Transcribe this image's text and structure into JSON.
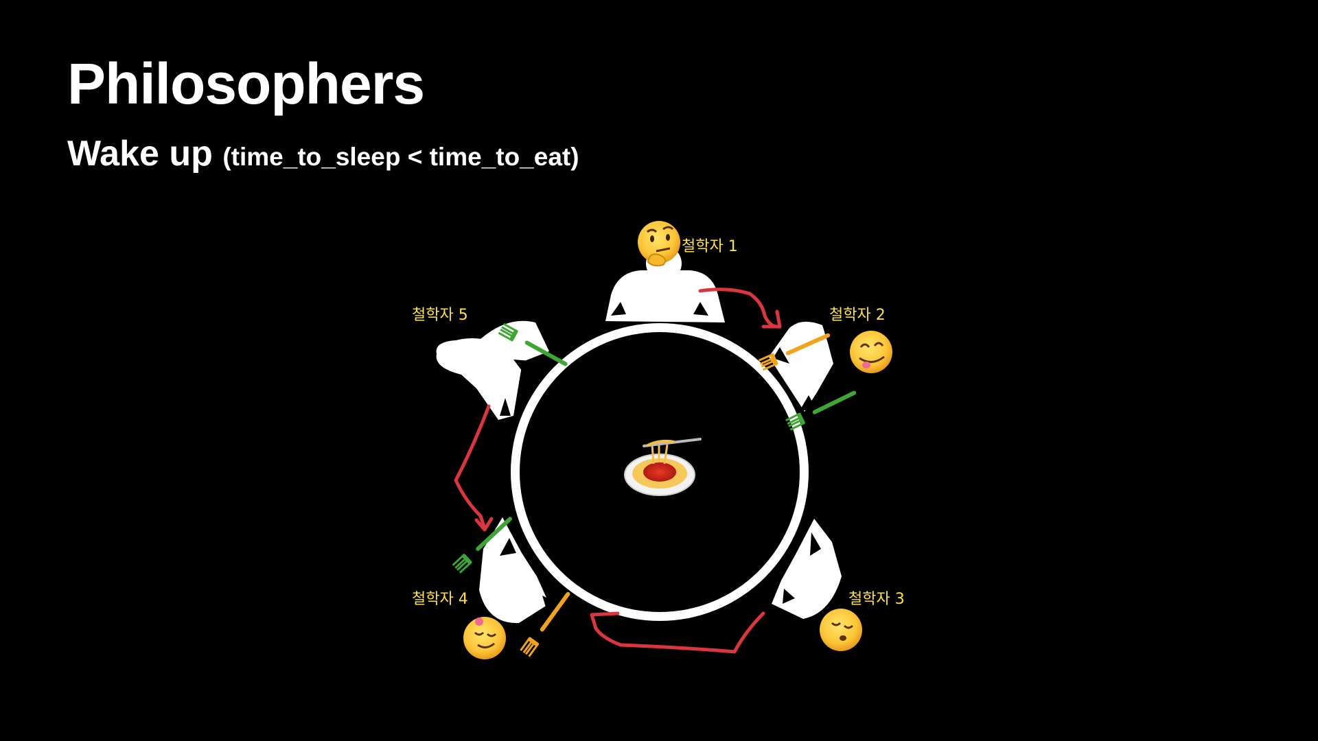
{
  "header": {
    "title": "Philosophers",
    "subtitle_main": "Wake up",
    "subtitle_condition": "(time_to_sleep < time_to_eat)"
  },
  "center": {
    "icon": "spaghetti-icon"
  },
  "philosophers": [
    {
      "label": "철학자 1",
      "state_icon": "thinking-face-icon"
    },
    {
      "label": "철학자 2",
      "state_icon": "face-savoring-food-icon"
    },
    {
      "label": "철학자 3",
      "state_icon": "sleeping-face-icon"
    },
    {
      "label": "철학자 4",
      "state_icon": "sleeping-face-icon"
    },
    {
      "label": "철학자 5",
      "state_icon": "none"
    }
  ],
  "colors": {
    "background": "#000000",
    "title": "#ffffff",
    "label": "#ffe14a",
    "fork_green": "#3fa535",
    "fork_orange": "#f2a31b",
    "arrow_red": "#d9363e",
    "table": "#ffffff"
  }
}
